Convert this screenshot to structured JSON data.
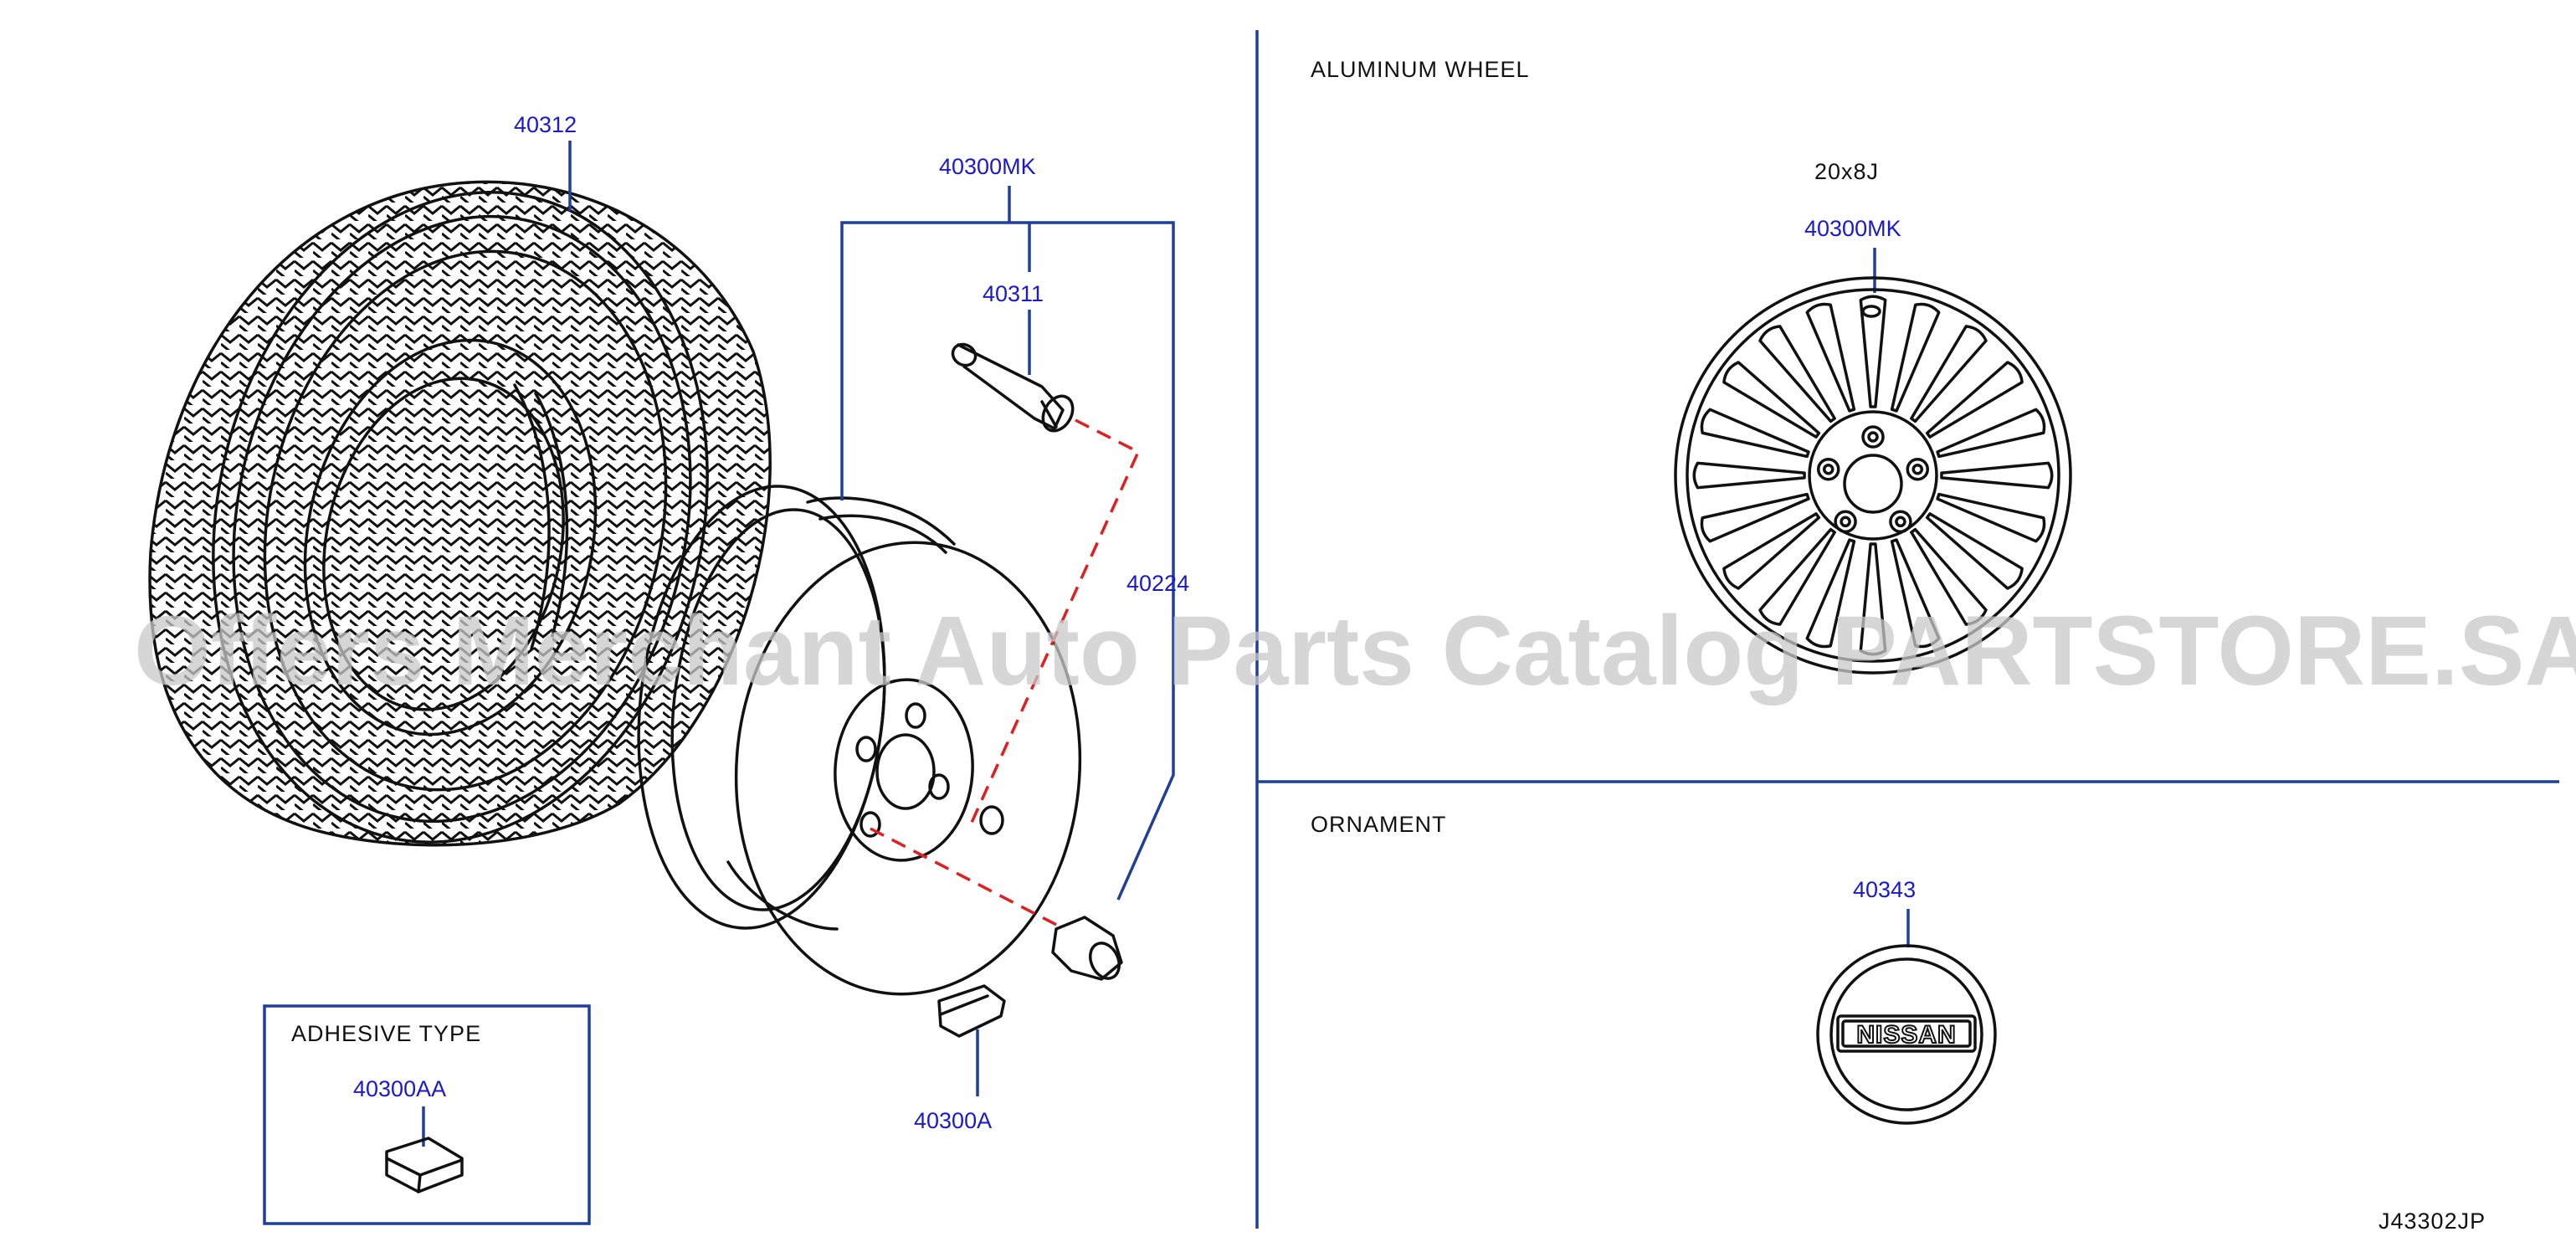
{
  "sections": {
    "aluminum_wheel": "ALUMINUM   WHEEL",
    "ornament": "ORNAMENT",
    "adhesive_type": "ADHESIVE   TYPE"
  },
  "wheel_size": "20x8J",
  "parts": {
    "tire": "40312",
    "wheel_assembly": "40300MK",
    "valve": "40311",
    "nut": "40224",
    "balance_weight": "40300A",
    "adhesive_weight": "40300AA",
    "aluminum_wheel": "40300MK",
    "ornament": "40343"
  },
  "ornament_text": "NISSAN",
  "diagram_code": "J43302JP",
  "watermark": "Offers Merchant Auto Parts Catalog PARTSTORE.SA",
  "colors": {
    "part_label": "#1a1acc",
    "leader_line": "#1f3f9a",
    "dashed_line": "#e02020",
    "watermark": "#c8c8c8"
  }
}
